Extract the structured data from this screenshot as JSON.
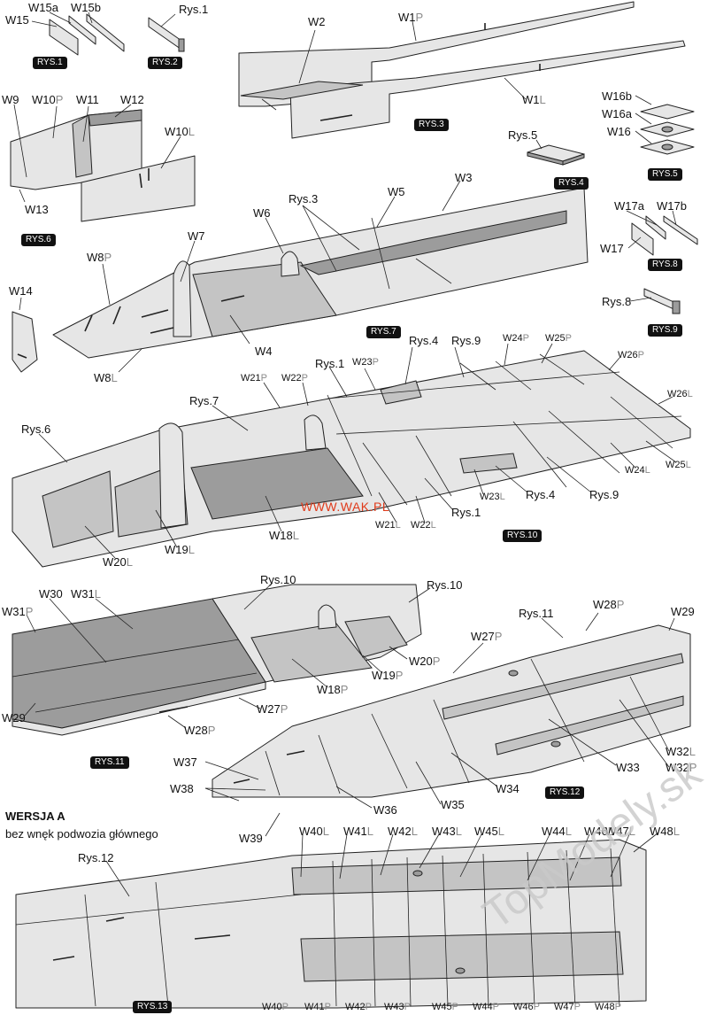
{
  "watermark": "WWW.WAK.PL",
  "version_title": "WERSJA A",
  "version_subtitle": "bez wnęk podwozia głównego",
  "brand_logo": "TopModely.sk",
  "diagrams": [
    {
      "id": "rys1",
      "tag": "RYS.1"
    },
    {
      "id": "rys2",
      "tag": "RYS.2"
    },
    {
      "id": "rys3",
      "tag": "RYS.3"
    },
    {
      "id": "rys4",
      "tag": "RYS.4"
    },
    {
      "id": "rys5",
      "tag": "RYS.5"
    },
    {
      "id": "rys6",
      "tag": "RYS.6"
    },
    {
      "id": "rys7",
      "tag": "RYS.7"
    },
    {
      "id": "rys8",
      "tag": "RYS.8"
    },
    {
      "id": "rys9",
      "tag": "RYS.9"
    },
    {
      "id": "rys10",
      "tag": "RYS.10"
    },
    {
      "id": "rys11",
      "tag": "RYS.11"
    },
    {
      "id": "rys12",
      "tag": "RYS.12"
    },
    {
      "id": "rys13",
      "tag": "RYS.13"
    }
  ],
  "labels": [
    {
      "text": "W15a",
      "suffix": ""
    },
    {
      "text": "W15b",
      "suffix": ""
    },
    {
      "text": "W15",
      "suffix": ""
    },
    {
      "text": "Rys.1",
      "suffix": ""
    },
    {
      "text": "W2",
      "suffix": ""
    },
    {
      "text": "W1",
      "suffix": "P"
    },
    {
      "text": "W1",
      "suffix": "L"
    },
    {
      "text": "W16b",
      "suffix": ""
    },
    {
      "text": "W16a",
      "suffix": ""
    },
    {
      "text": "W16",
      "suffix": ""
    },
    {
      "text": "Rys.5",
      "suffix": ""
    },
    {
      "text": "W9",
      "suffix": ""
    },
    {
      "text": "W10",
      "suffix": "P"
    },
    {
      "text": "W11",
      "suffix": ""
    },
    {
      "text": "W12",
      "suffix": ""
    },
    {
      "text": "W10",
      "suffix": "L"
    },
    {
      "text": "W13",
      "suffix": ""
    },
    {
      "text": "Rys.3",
      "suffix": ""
    },
    {
      "text": "W5",
      "suffix": ""
    },
    {
      "text": "W3",
      "suffix": ""
    },
    {
      "text": "W6",
      "suffix": ""
    },
    {
      "text": "W7",
      "suffix": ""
    },
    {
      "text": "W8",
      "suffix": "P"
    },
    {
      "text": "W14",
      "suffix": ""
    },
    {
      "text": "W4",
      "suffix": ""
    },
    {
      "text": "W8",
      "suffix": "L"
    },
    {
      "text": "W17a",
      "suffix": ""
    },
    {
      "text": "W17b",
      "suffix": ""
    },
    {
      "text": "W17",
      "suffix": ""
    },
    {
      "text": "Rys.8",
      "suffix": ""
    },
    {
      "text": "Rys.4",
      "suffix": ""
    },
    {
      "text": "Rys.9",
      "suffix": ""
    },
    {
      "text": "W24",
      "suffix": "P"
    },
    {
      "text": "W25",
      "suffix": "P"
    },
    {
      "text": "W26",
      "suffix": "P"
    },
    {
      "text": "Rys.1",
      "suffix": ""
    },
    {
      "text": "W23",
      "suffix": "P"
    },
    {
      "text": "W21",
      "suffix": "P"
    },
    {
      "text": "W22",
      "suffix": "P"
    },
    {
      "text": "Rys.7",
      "suffix": ""
    },
    {
      "text": "W26",
      "suffix": "L"
    },
    {
      "text": "Rys.6",
      "suffix": ""
    },
    {
      "text": "W24",
      "suffix": "L"
    },
    {
      "text": "W25",
      "suffix": "L"
    },
    {
      "text": "W23",
      "suffix": "L"
    },
    {
      "text": "Rys.4",
      "suffix": ""
    },
    {
      "text": "Rys.9",
      "suffix": ""
    },
    {
      "text": "Rys.1",
      "suffix": ""
    },
    {
      "text": "W21",
      "suffix": "L"
    },
    {
      "text": "W22",
      "suffix": "L"
    },
    {
      "text": "W18",
      "suffix": "L"
    },
    {
      "text": "W19",
      "suffix": "L"
    },
    {
      "text": "W20",
      "suffix": "L"
    },
    {
      "text": "Rys.10",
      "suffix": ""
    },
    {
      "text": "Rys.10",
      "suffix": ""
    },
    {
      "text": "W30",
      "suffix": ""
    },
    {
      "text": "W31",
      "suffix": "L"
    },
    {
      "text": "W31",
      "suffix": "P"
    },
    {
      "text": "Rys.11",
      "suffix": ""
    },
    {
      "text": "W28",
      "suffix": "P"
    },
    {
      "text": "W29",
      "suffix": ""
    },
    {
      "text": "W27",
      "suffix": "P"
    },
    {
      "text": "W20",
      "suffix": "P"
    },
    {
      "text": "W19",
      "suffix": "P"
    },
    {
      "text": "W18",
      "suffix": "P"
    },
    {
      "text": "W27",
      "suffix": "P"
    },
    {
      "text": "W29",
      "suffix": ""
    },
    {
      "text": "W28",
      "suffix": "P"
    },
    {
      "text": "W32",
      "suffix": "L"
    },
    {
      "text": "W32",
      "suffix": "P"
    },
    {
      "text": "W33",
      "suffix": ""
    },
    {
      "text": "W34",
      "suffix": ""
    },
    {
      "text": "W35",
      "suffix": ""
    },
    {
      "text": "W37",
      "suffix": ""
    },
    {
      "text": "W38",
      "suffix": ""
    },
    {
      "text": "W36",
      "suffix": ""
    },
    {
      "text": "W39",
      "suffix": ""
    },
    {
      "text": "Rys.12",
      "suffix": ""
    },
    {
      "text": "W40",
      "suffix": "L"
    },
    {
      "text": "W41",
      "suffix": "L"
    },
    {
      "text": "W42",
      "suffix": "L"
    },
    {
      "text": "W43",
      "suffix": "L"
    },
    {
      "text": "W45",
      "suffix": "L"
    },
    {
      "text": "W44",
      "suffix": "L"
    },
    {
      "text": "W46",
      "suffix": "L"
    },
    {
      "text": "W47",
      "suffix": "L"
    },
    {
      "text": "W48",
      "suffix": "L"
    },
    {
      "text": "W40",
      "suffix": "P"
    },
    {
      "text": "W41",
      "suffix": "P"
    },
    {
      "text": "W42",
      "suffix": "P"
    },
    {
      "text": "W43",
      "suffix": "P"
    },
    {
      "text": "W45",
      "suffix": "P"
    },
    {
      "text": "W44",
      "suffix": "P"
    },
    {
      "text": "W46",
      "suffix": "P"
    },
    {
      "text": "W47",
      "suffix": "P"
    },
    {
      "text": "W48",
      "suffix": "P"
    }
  ],
  "colors": {
    "part_fill": "#e6e6e6",
    "part_dark": "#9c9c9c",
    "part_mid": "#c4c4c4",
    "line": "#222222",
    "tag_bg": "#111111",
    "suffix": "#8a8a8a",
    "watermark": "#e03a1a"
  }
}
